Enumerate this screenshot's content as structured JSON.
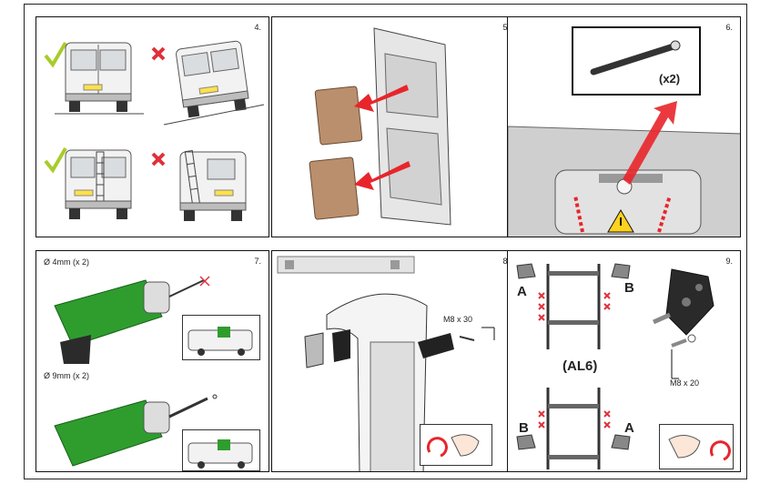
{
  "steps": {
    "s4": {
      "number": "4."
    },
    "s5": {
      "number": "5."
    },
    "s6": {
      "number": "6.",
      "quantity": "(x2)"
    },
    "s7": {
      "number": "7.",
      "drill_small": "Ø 4mm  (x 2)",
      "drill_large": "Ø 9mm  (x 2)"
    },
    "s8": {
      "number": "8.",
      "bolt": "M8 x 30"
    },
    "s9": {
      "number": "9.",
      "model": "(AL6)",
      "side_a": "A",
      "side_b": "B",
      "bolt": "M8 x 20"
    }
  },
  "colors": {
    "check": "#a8cc2a",
    "cross": "#e0303a",
    "arrow": "#e8252b",
    "green": "#2e9d2e",
    "pad": "#b98f6e"
  },
  "icons": [
    "check-icon",
    "cross-icon",
    "warning-icon",
    "rotate-arrow-icon"
  ]
}
